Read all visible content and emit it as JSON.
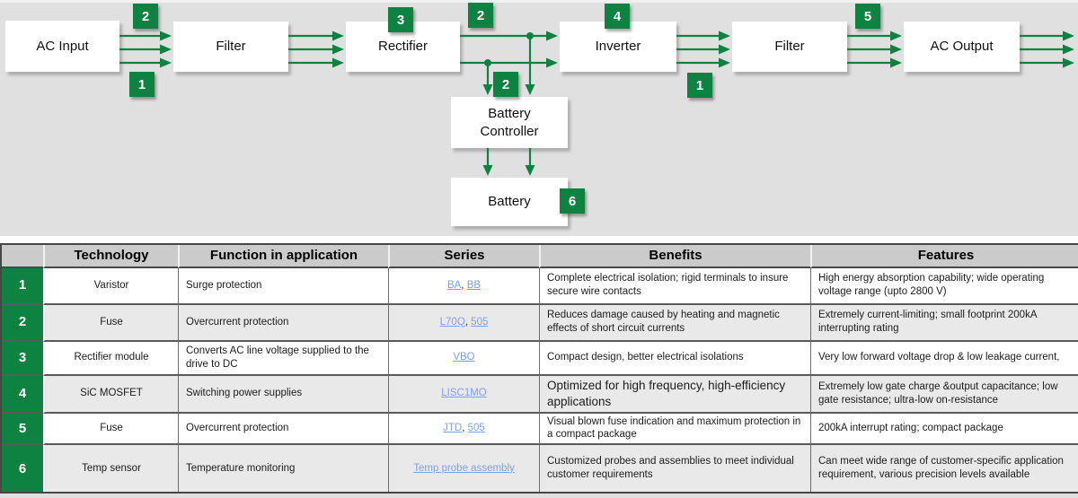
{
  "colors": {
    "accent_green": "#0e8241",
    "link_blue": "#7ba0f0",
    "header_gray": "#cbcbcb",
    "diagram_background": "#e0e0e0"
  },
  "diagram": {
    "boxes": [
      {
        "label": "AC Input"
      },
      {
        "label": "Filter"
      },
      {
        "label": "Rectifier"
      },
      {
        "label": "Inverter"
      },
      {
        "label": "Filter"
      },
      {
        "label": "AC Output"
      },
      {
        "label": "Battery\nController"
      },
      {
        "label": "Battery"
      }
    ],
    "badges": [
      {
        "value": "2"
      },
      {
        "value": "1"
      },
      {
        "value": "3"
      },
      {
        "value": "2"
      },
      {
        "value": "2"
      },
      {
        "value": "4"
      },
      {
        "value": "1"
      },
      {
        "value": "5"
      },
      {
        "value": "6"
      }
    ]
  },
  "table": {
    "headers": [
      "Technology",
      "Function in application",
      "Series",
      "Benefits",
      "Features"
    ],
    "rows": [
      {
        "num": "1",
        "technology": "Varistor",
        "function": "Surge protection",
        "series": [
          "BA",
          "BB"
        ],
        "benefits": "Complete electrical isolation; rigid terminals to insure secure wire contacts",
        "features": "High energy absorption capability; wide operating voltage range (upto 2800 V)"
      },
      {
        "num": "2",
        "technology": "Fuse",
        "function": "Overcurrent protection",
        "series": [
          "L70Q",
          "505"
        ],
        "benefits": "Reduces damage caused by heating and magnetic effects of short circuit currents",
        "features": "Extremely current-limiting; small footprint 200kA interrupting rating"
      },
      {
        "num": "3",
        "technology": "Rectifier module",
        "function": "Converts AC line voltage supplied to the drive to DC",
        "series": [
          "VBO"
        ],
        "benefits": "Compact design, better electrical isolations",
        "features": "Very low forward voltage drop & low leakage current,"
      },
      {
        "num": "4",
        "technology": "SiC MOSFET",
        "function": "Switching power supplies",
        "series": [
          "LISC1MO"
        ],
        "benefits": "Optimized for high frequency, high-efficiency applications",
        "features": "Extremely low gate charge &output capacitance; low gate resistance; ultra-low on-resistance"
      },
      {
        "num": "5",
        "technology": "Fuse",
        "function": "Overcurrent protection",
        "series": [
          "JTD",
          "505"
        ],
        "benefits": "Visual blown fuse indication and maximum protection in a compact package",
        "features": "200kA  interrupt rating; compact package"
      },
      {
        "num": "6",
        "technology": "Temp sensor",
        "function": "Temperature monitoring",
        "series": [
          "Temp probe assembly"
        ],
        "benefits": "Customized probes and assemblies to meet individual customer requirements",
        "features": "Can meet wide range of customer-specific application requirement, various precision levels available"
      }
    ]
  }
}
